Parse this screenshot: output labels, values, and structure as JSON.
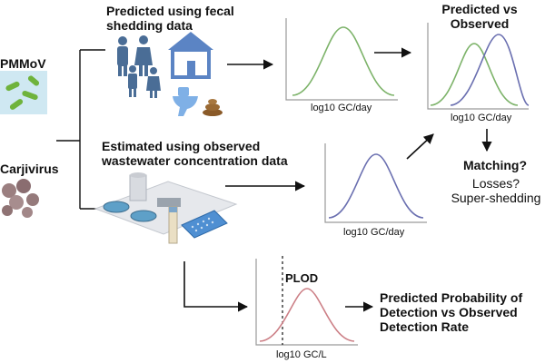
{
  "viruses": {
    "top": "PMMoV",
    "bottom": "Carjivirus"
  },
  "branches": {
    "predicted": "Predicted using fecal\nshedding data",
    "estimated": "Estimated using observed\nwastewater concentration data"
  },
  "charts": {
    "predicted_axis": "log10 GC/day",
    "observed_axis": "log10 GC/day",
    "compare_title": "Predicted vs\nObserved",
    "compare_axis": "log10 GC/day",
    "plod_label": "PLOD",
    "plod_axis": "log10 GC/L"
  },
  "outcomes": {
    "matching": "Matching?",
    "reasons": "Losses?\nSuper-shedding",
    "detection": "Predicted Probability of\nDetection vs Observed\nDetection Rate"
  },
  "colors": {
    "predicted_curve": "#7db36a",
    "observed_curve": "#6a6fb0",
    "plod_curve": "#cc7f86",
    "axis": "#9a9a9a",
    "people": "#4a6d96",
    "house": "#5b84c4",
    "arrow": "#111111"
  }
}
